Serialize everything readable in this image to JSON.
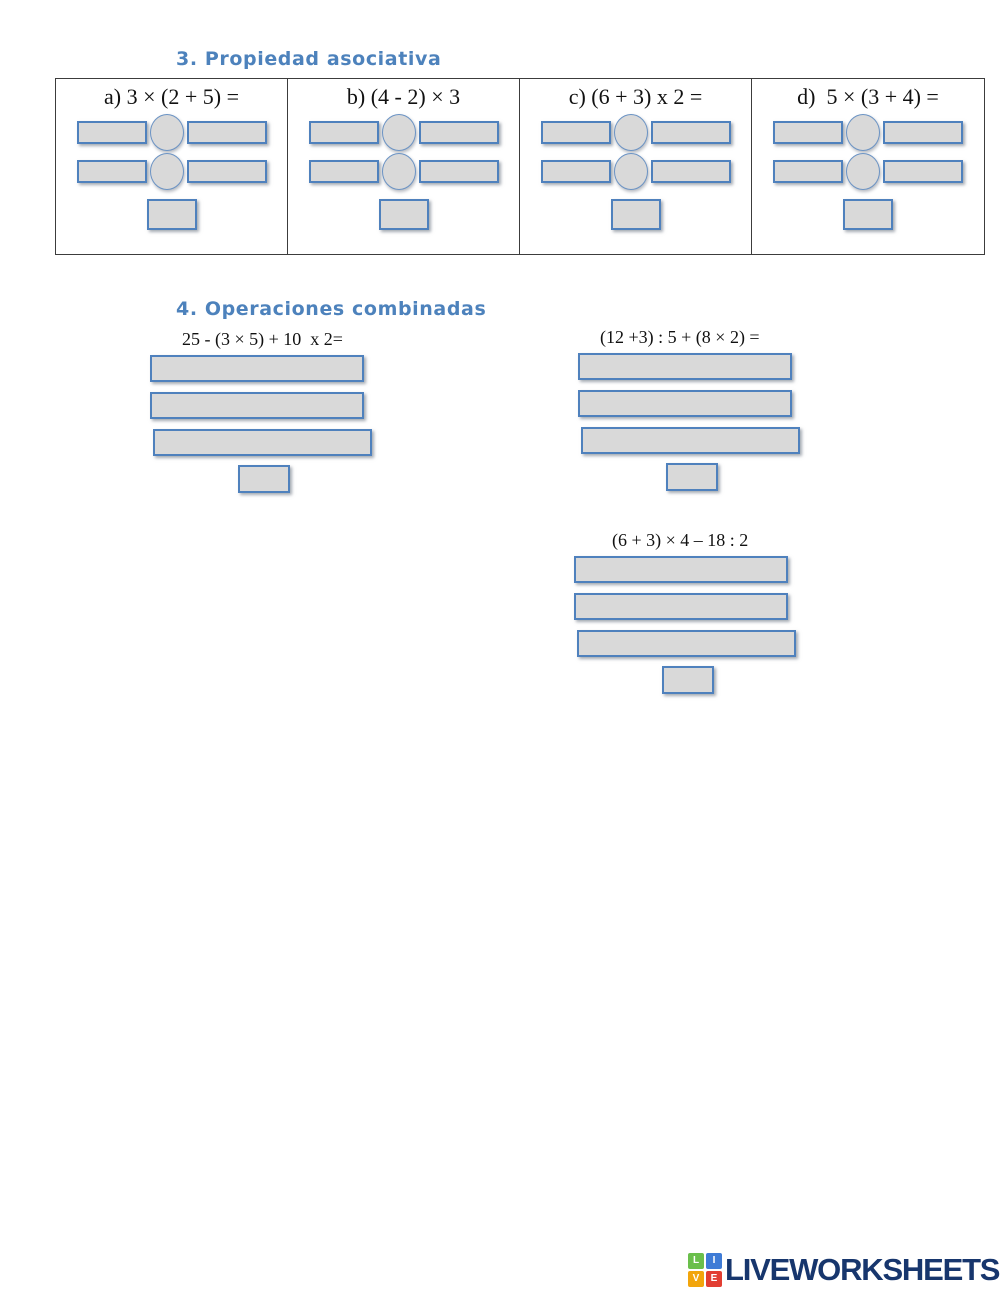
{
  "section3": {
    "title": "3. Propiedad asociativa",
    "problems": [
      {
        "label": "a) 3 × (2 + 5) ="
      },
      {
        "label": "b) (4 - 2) × 3"
      },
      {
        "label": "c) (6 + 3) x 2 ="
      },
      {
        "label": "d)  5 × (3 + 4) ="
      }
    ]
  },
  "section4": {
    "title": "4. Operaciones combinadas",
    "problems": [
      {
        "expression": "25 - (3 × 5) + 10  x 2="
      },
      {
        "expression": "(12 +3) : 5 + (8 × 2) ="
      },
      {
        "expression": "(6 + 3) × 4 – 18 : 2"
      }
    ]
  },
  "footer": {
    "brand": "LIVEWORKSHEETS",
    "tiles": [
      {
        "letter": "L",
        "color": "#6abf4b"
      },
      {
        "letter": "I",
        "color": "#3e7bd6"
      },
      {
        "letter": "V",
        "color": "#f2a50c"
      },
      {
        "letter": "E",
        "color": "#e23e32"
      }
    ]
  },
  "colors": {
    "title_blue": "#4d82bc",
    "box_border": "#4f81bd",
    "box_fill": "#d9d9d9",
    "brand_navy": "#17366d"
  }
}
